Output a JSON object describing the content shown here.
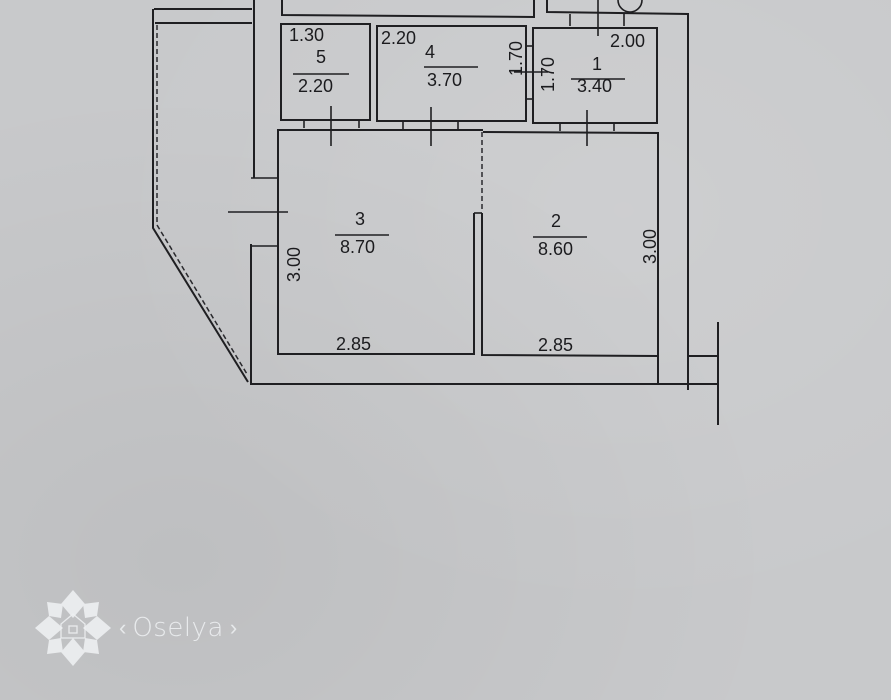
{
  "document": {
    "type": "apartment floor plan (technical passport excerpt)",
    "units": "m / m²"
  },
  "rooms": [
    {
      "id": "room-1",
      "number": "1",
      "area": "3.40",
      "dims": [
        "2.00",
        "1.70"
      ]
    },
    {
      "id": "room-2",
      "number": "2",
      "area": "8.60",
      "dims": [
        "2.85",
        "3.00"
      ]
    },
    {
      "id": "room-3",
      "number": "3",
      "area": "8.70",
      "dims": [
        "2.85",
        "3.00"
      ]
    },
    {
      "id": "room-4",
      "number": "4",
      "area": "3.70",
      "dims": [
        "2.20",
        "1.70"
      ]
    },
    {
      "id": "room-5",
      "number": "5",
      "area": "2.20",
      "dims": [
        "1.30"
      ]
    }
  ],
  "labels": {
    "r5_width": "1.30",
    "r5_num": "5",
    "r5_area": "2.20",
    "r4_width": "2.20",
    "r4_num": "4",
    "r4_area": "3.70",
    "r4_height": "1.70",
    "r1_height": "1.70",
    "r1_width": "2.00",
    "r1_num": "1",
    "r1_area": "3.40",
    "r3_num": "3",
    "r3_area": "8.70",
    "r3_height": "3.00",
    "r3_width": "2.85",
    "r2_num": "2",
    "r2_area": "8.60",
    "r2_height": "3.00",
    "r2_width": "2.85"
  },
  "watermark": {
    "brand": "Oselya",
    "left_chevron": "‹",
    "right_chevron": "›",
    "icon": "ornament-house-icon",
    "color": "#eef0f2"
  },
  "colors": {
    "paper": "#c8c9cb",
    "ink": "#1f1f22"
  }
}
